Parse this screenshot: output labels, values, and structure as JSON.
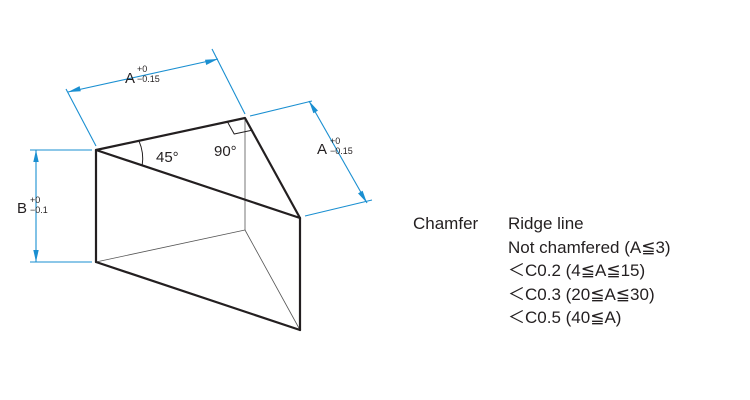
{
  "dimensions": {
    "a_top": {
      "letter": "A",
      "tol_upper": "+0",
      "tol_lower": "−0.15"
    },
    "a_right": {
      "letter": "A",
      "tol_upper": "+0",
      "tol_lower": "−0.15"
    },
    "b_left": {
      "letter": "B",
      "tol_upper": "+0",
      "tol_lower": "−0.1"
    }
  },
  "angles": {
    "acute": "45°",
    "right": "90°"
  },
  "chamfer_note": {
    "title": "Chamfer",
    "lines": [
      "Ridge line",
      "Not chamfered (A≦3)",
      "＜C0.2 (4≦A≦15)",
      "＜C0.3 (20≦A≦30)",
      "＜C0.5 (40≦A)"
    ]
  },
  "colors": {
    "dimension_lines": "#1a8fd1",
    "object_lines": "#231f20"
  }
}
